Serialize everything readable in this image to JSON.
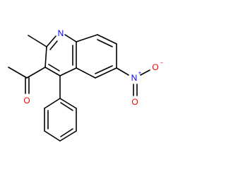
{
  "molecule": {
    "colors": {
      "bond": "#000000",
      "carbon": "#000000",
      "nitrogen": "#0000ff",
      "oxygen": "#ff0000",
      "background": "#ffffff"
    },
    "atom_labels": {
      "ring_nitrogen": "N",
      "nitro_nitrogen": "N",
      "nitro_nitrogen_charge": "+",
      "nitro_oxygen_single": "O",
      "nitro_oxygen_single_charge": "−",
      "nitro_oxygen_double": "O",
      "ketone_oxygen": "O"
    }
  }
}
